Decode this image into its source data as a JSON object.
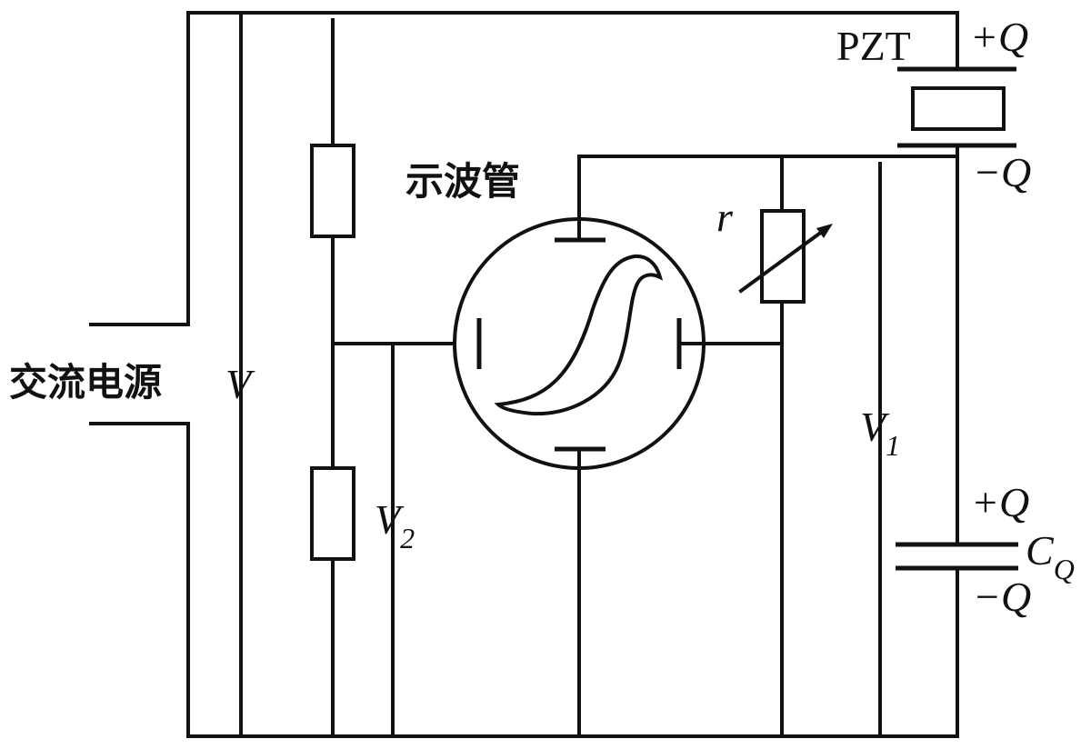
{
  "labels": {
    "ac_source": "交流电源",
    "oscilloscope": "示波管",
    "pzt": "PZT",
    "pzt_top_charge": "+Q",
    "pzt_bottom_charge": "−Q",
    "cap_top_charge": "+Q",
    "cap_bottom_charge": "−Q",
    "voltage_total": "V",
    "voltage_1_base": "V",
    "voltage_1_sub": "1",
    "voltage_2_base": "V",
    "voltage_2_sub": "2",
    "resistor_r": "r",
    "cap_base": "C",
    "cap_sub": "Q"
  },
  "colors": {
    "line": "#111111",
    "background": "#ffffff"
  }
}
